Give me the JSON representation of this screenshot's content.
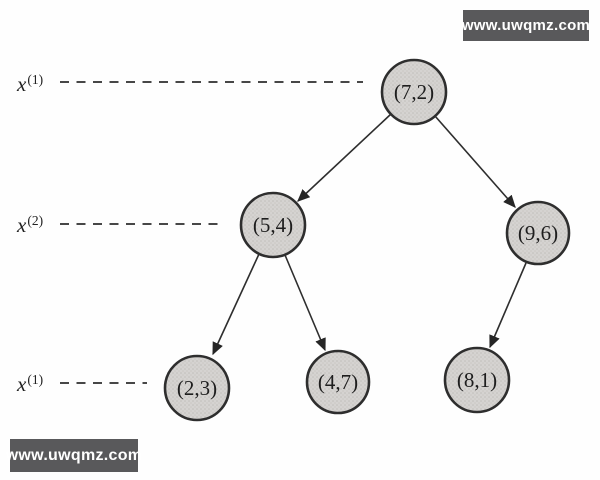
{
  "watermarks": {
    "top_right": "www.uwqmz.com",
    "bottom_left": "www.uwqmz.com",
    "box_color": "#59595b",
    "text_color": "#ffffff"
  },
  "diagram": {
    "type": "kd-tree",
    "axis_labels": [
      {
        "base": "x",
        "sup": "(1)"
      },
      {
        "base": "x",
        "sup": "(2)"
      },
      {
        "base": "x",
        "sup": "(1)"
      }
    ],
    "nodes": [
      {
        "label": "(7,2)",
        "depth": 1
      },
      {
        "label": "(5,4)",
        "depth": 2
      },
      {
        "label": "(9,6)",
        "depth": 2
      },
      {
        "label": "(2,3)",
        "depth": 3
      },
      {
        "label": "(4,7)",
        "depth": 3
      },
      {
        "label": "(8,1)",
        "depth": 3
      }
    ],
    "edges": [
      {
        "from": "(7,2)",
        "to": "(5,4)"
      },
      {
        "from": "(7,2)",
        "to": "(9,6)"
      },
      {
        "from": "(5,4)",
        "to": "(2,3)"
      },
      {
        "from": "(5,4)",
        "to": "(4,7)"
      },
      {
        "from": "(9,6)",
        "to": "(8,1)"
      }
    ],
    "node_fill": "#d5d3d1",
    "node_stroke": "#2e2e2e",
    "line_color": "#2e2e2e"
  }
}
